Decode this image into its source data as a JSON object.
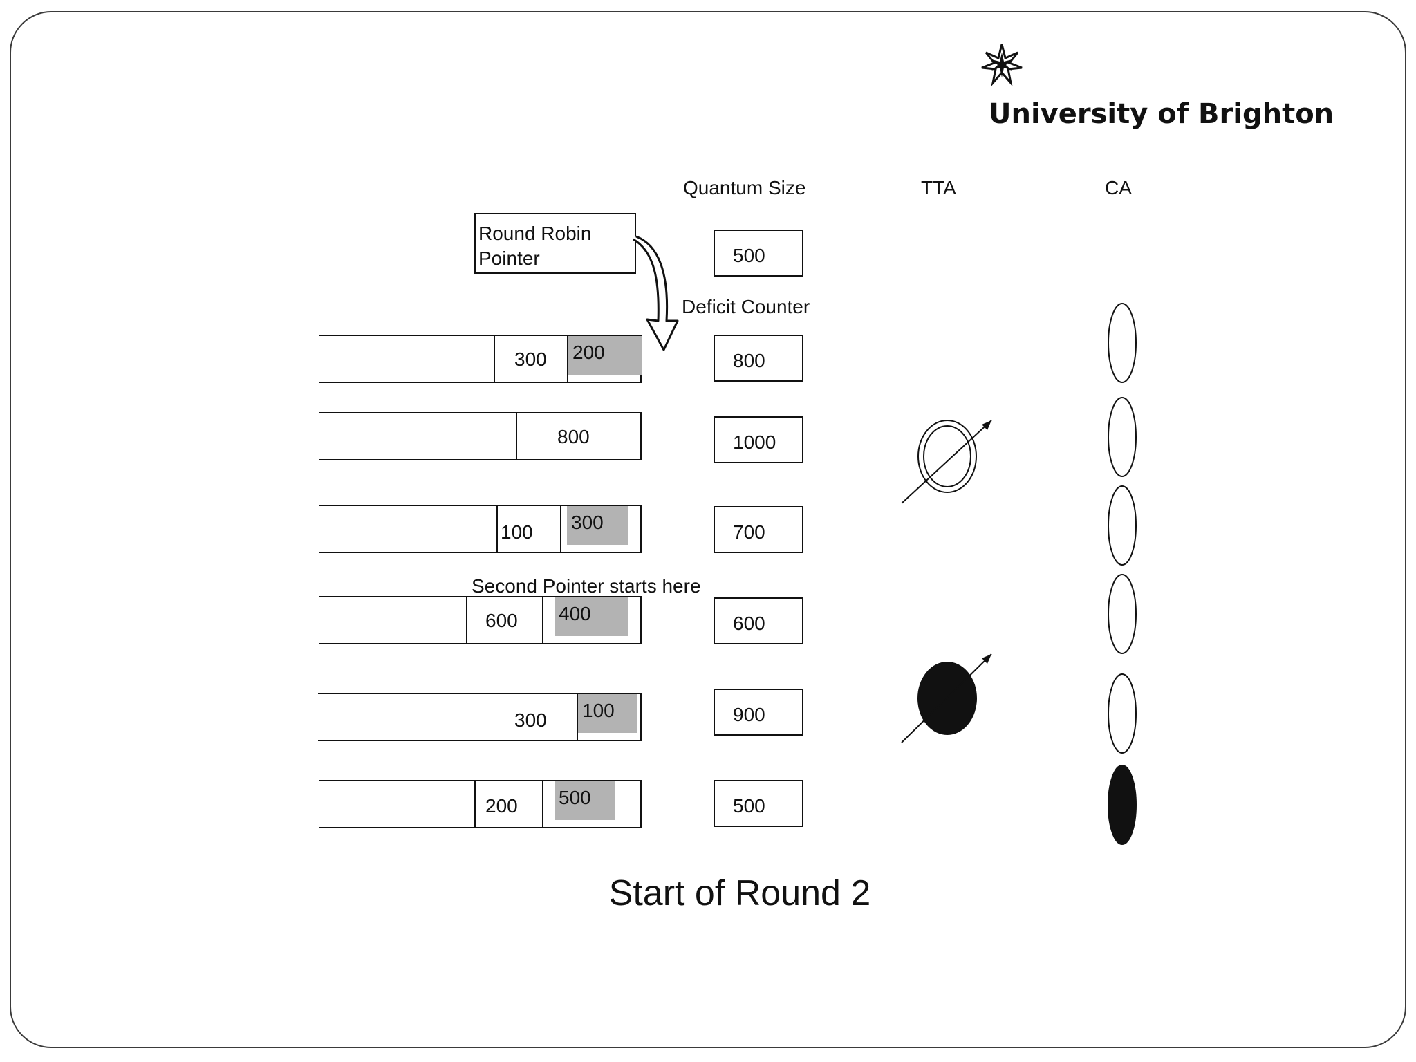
{
  "logo": {
    "text": "University of Brighton",
    "icon": "star-icon"
  },
  "headers": {
    "quantum": "Quantum Size",
    "tta": "TTA",
    "ca": "CA"
  },
  "labels": {
    "round_robin": "Round Robin\nPointer",
    "deficit_counter": "Deficit Counter",
    "second_pointer": "Second Pointer starts here"
  },
  "quantum_value": "500",
  "queues": [
    {
      "packets": [
        "300"
      ],
      "shaded": "200",
      "counter": "800"
    },
    {
      "packets": [
        "800"
      ],
      "shaded": null,
      "counter": "1000"
    },
    {
      "packets": [
        "100"
      ],
      "shaded": "300",
      "counter": "700"
    },
    {
      "packets": [
        "600"
      ],
      "shaded": "400",
      "counter": "600"
    },
    {
      "packets": [
        "300"
      ],
      "shaded": "100",
      "counter": "900"
    },
    {
      "packets": [
        "200"
      ],
      "shaded": "500",
      "counter": "500"
    }
  ],
  "ca_states": [
    "empty",
    "empty",
    "empty",
    "empty",
    "empty",
    "filled"
  ],
  "tta_states": [
    "none",
    "ring",
    "none",
    "none",
    "filled",
    "none"
  ],
  "caption": "Start of Round 2"
}
